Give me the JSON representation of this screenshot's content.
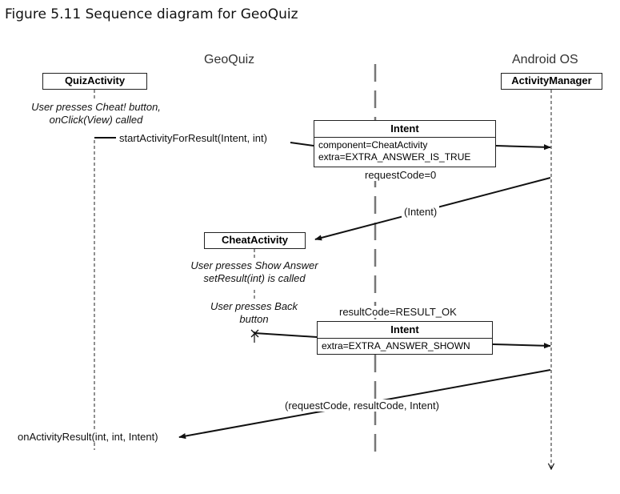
{
  "caption": "Figure 5.11  Sequence diagram for GeoQuiz",
  "groups": {
    "left": "GeoQuiz",
    "right": "Android OS"
  },
  "participants": {
    "quiz": "QuizActivity",
    "manager": "ActivityManager",
    "cheat": "CheatActivity"
  },
  "notes": {
    "press_cheat": "User presses Cheat! button, onClick(View) called",
    "show_answer": "User presses Show Answer setResult(int) is called",
    "press_back": "User presses Back button"
  },
  "messages": {
    "start": "startActivityForResult(Intent, int)",
    "request_code": "requestCode=0",
    "intent_to_cheat": "(Intent)",
    "result_code": "resultCode=RESULT_OK",
    "result_back": "(requestCode, resultCode, Intent)",
    "on_result": "onActivityResult(int, int, Intent)"
  },
  "intent1": {
    "title": "Intent",
    "component": "component=CheatActivity",
    "extra": "extra=EXTRA_ANSWER_IS_TRUE"
  },
  "intent2": {
    "title": "Intent",
    "extra": "extra=EXTRA_ANSWER_SHOWN"
  }
}
